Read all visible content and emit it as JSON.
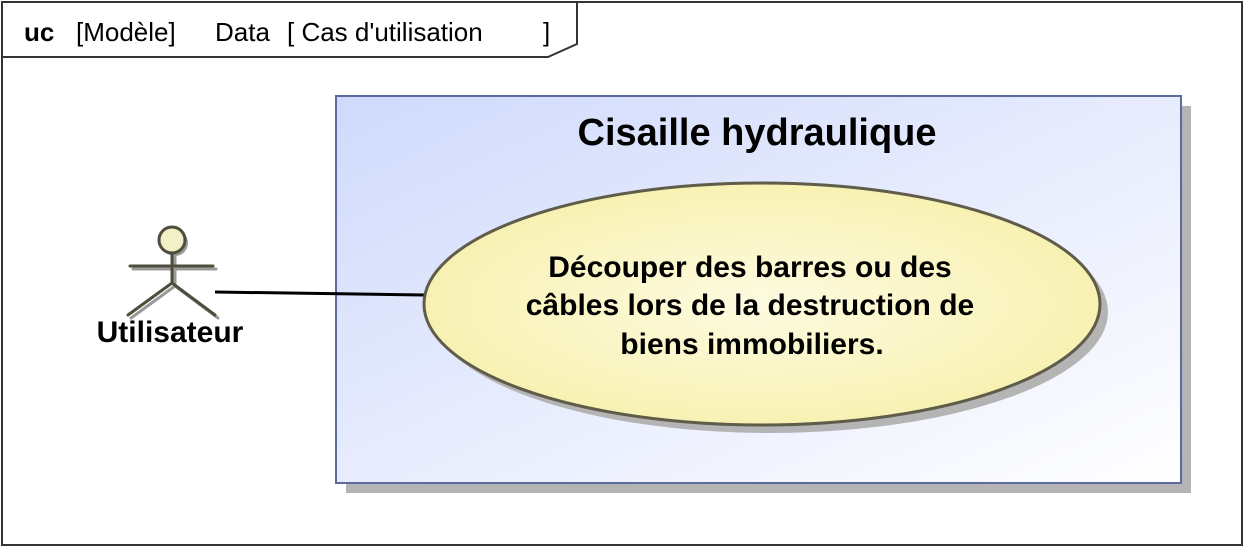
{
  "frame": {
    "keyword": "uc",
    "label_model": "[Modèle]",
    "label_data": "Data",
    "label_kind": "[ Cas d'utilisation",
    "label_close": "]"
  },
  "system": {
    "title": "Cisaille hydraulique"
  },
  "use_case": {
    "line1": "Découper des barres ou des",
    "line2": "câbles lors de la destruction de",
    "line3": "biens immobiliers."
  },
  "actor": {
    "name": "Utilisateur"
  },
  "colors": {
    "frame_border": "#333333",
    "system_border": "#5c6a9e",
    "system_fill_start": "#cfd9fb",
    "system_fill_end": "#ffffff",
    "use_case_fill": "#fbf6bf",
    "use_case_border": "#5f5c4a",
    "actor_fill": "#f3f0c8",
    "shadow": "#b4b4b4"
  }
}
